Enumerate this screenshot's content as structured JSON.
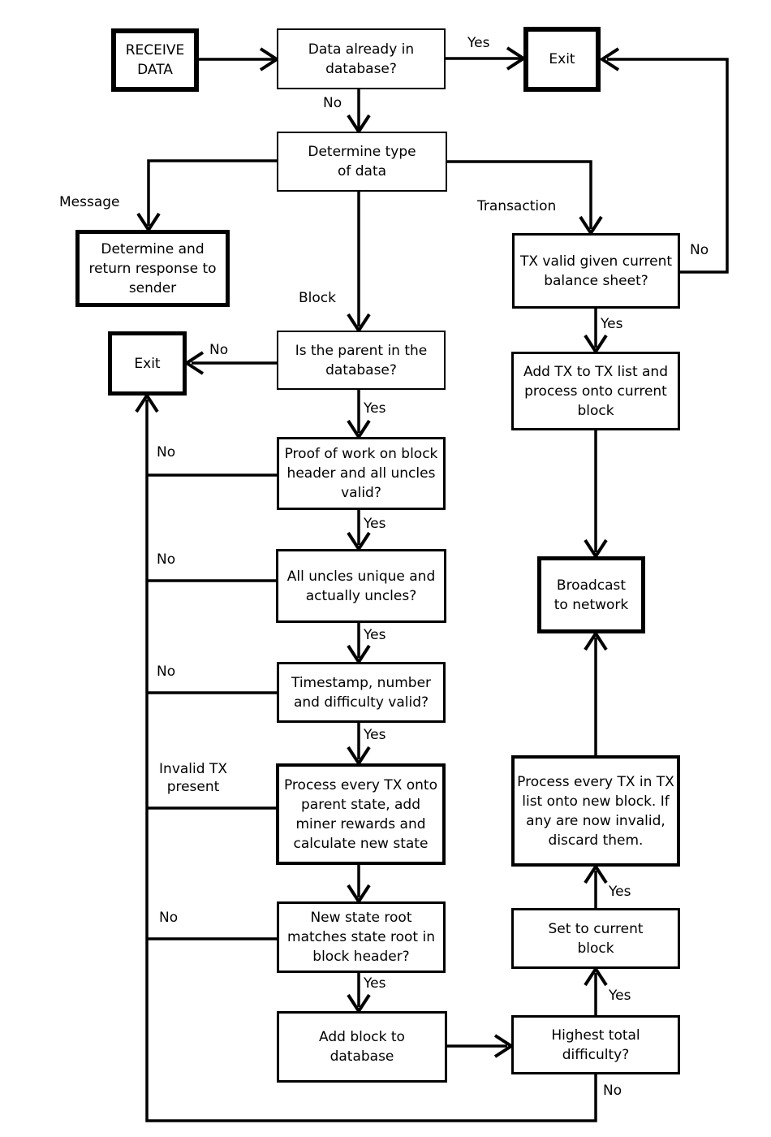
{
  "flowchart": {
    "nodes": {
      "receive_data": {
        "label": "RECEIVE DATA",
        "emphasis": true
      },
      "data_in_db": {
        "label": "Data already in database?",
        "emphasis": false
      },
      "exit_top": {
        "label": "Exit",
        "emphasis": true
      },
      "determine_type": {
        "label": "Determine type of data",
        "emphasis": false
      },
      "determine_response": {
        "label": "Determine and return response to sender",
        "emphasis": true
      },
      "tx_valid": {
        "label": "TX valid given current balance sheet?",
        "emphasis": false
      },
      "is_parent": {
        "label": "Is the parent in the database?",
        "emphasis": false
      },
      "exit_left": {
        "label": "Exit",
        "emphasis": true
      },
      "add_tx": {
        "label": "Add TX to TX list and process onto current block",
        "emphasis": false
      },
      "proof_of_work": {
        "label": "Proof of work on block header and all uncles valid?",
        "emphasis": false
      },
      "uncles_unique": {
        "label": "All uncles unique and actually uncles?",
        "emphasis": false
      },
      "broadcast": {
        "label": "Broadcast to network",
        "emphasis": true
      },
      "timestamp_valid": {
        "label": "Timestamp, number and difficulty valid?",
        "emphasis": false
      },
      "process_parent": {
        "label": "Process every TX onto parent state, add miner rewards and calculate new state",
        "emphasis": false
      },
      "process_txlist": {
        "label": "Process every TX in TX list onto new block. If any are now invalid, discard them.",
        "emphasis": false
      },
      "new_state_root": {
        "label": "New state root matches state root in block header?",
        "emphasis": false
      },
      "set_current": {
        "label": "Set to current block",
        "emphasis": false
      },
      "add_block_db": {
        "label": "Add block to database",
        "emphasis": false
      },
      "highest_diff": {
        "label": "Highest total difficulty?",
        "emphasis": false
      }
    },
    "edge_labels": {
      "yes": "Yes",
      "no": "No",
      "message": "Message",
      "transaction": "Transaction",
      "block": "Block",
      "invalid_tx_present": "Invalid TX present"
    },
    "edges": [
      {
        "from": "receive_data",
        "to": "data_in_db",
        "label": ""
      },
      {
        "from": "data_in_db",
        "to": "exit_top",
        "label": "Yes"
      },
      {
        "from": "data_in_db",
        "to": "determine_type",
        "label": "No"
      },
      {
        "from": "determine_type",
        "to": "determine_response",
        "label": "Message"
      },
      {
        "from": "determine_type",
        "to": "tx_valid",
        "label": "Transaction"
      },
      {
        "from": "determine_type",
        "to": "is_parent",
        "label": "Block"
      },
      {
        "from": "tx_valid",
        "to": "exit_top",
        "label": "No"
      },
      {
        "from": "tx_valid",
        "to": "add_tx",
        "label": "Yes"
      },
      {
        "from": "add_tx",
        "to": "broadcast",
        "label": ""
      },
      {
        "from": "is_parent",
        "to": "exit_left",
        "label": "No"
      },
      {
        "from": "is_parent",
        "to": "proof_of_work",
        "label": "Yes"
      },
      {
        "from": "proof_of_work",
        "to": "exit_left",
        "label": "No"
      },
      {
        "from": "proof_of_work",
        "to": "uncles_unique",
        "label": "Yes"
      },
      {
        "from": "uncles_unique",
        "to": "exit_left",
        "label": "No"
      },
      {
        "from": "uncles_unique",
        "to": "timestamp_valid",
        "label": "Yes"
      },
      {
        "from": "timestamp_valid",
        "to": "exit_left",
        "label": "No"
      },
      {
        "from": "timestamp_valid",
        "to": "process_parent",
        "label": "Yes"
      },
      {
        "from": "process_parent",
        "to": "exit_left",
        "label": "Invalid TX present"
      },
      {
        "from": "process_parent",
        "to": "new_state_root",
        "label": ""
      },
      {
        "from": "new_state_root",
        "to": "exit_left",
        "label": "No"
      },
      {
        "from": "new_state_root",
        "to": "add_block_db",
        "label": "Yes"
      },
      {
        "from": "add_block_db",
        "to": "highest_diff",
        "label": ""
      },
      {
        "from": "highest_diff",
        "to": "exit_left",
        "label": "No"
      },
      {
        "from": "highest_diff",
        "to": "set_current",
        "label": "Yes"
      },
      {
        "from": "set_current",
        "to": "process_txlist",
        "label": "Yes"
      },
      {
        "from": "process_txlist",
        "to": "broadcast",
        "label": ""
      }
    ],
    "colors": {
      "background": "#ffffff",
      "box_fill": "#ffffff",
      "line": "#000000",
      "text": "#000000"
    }
  }
}
